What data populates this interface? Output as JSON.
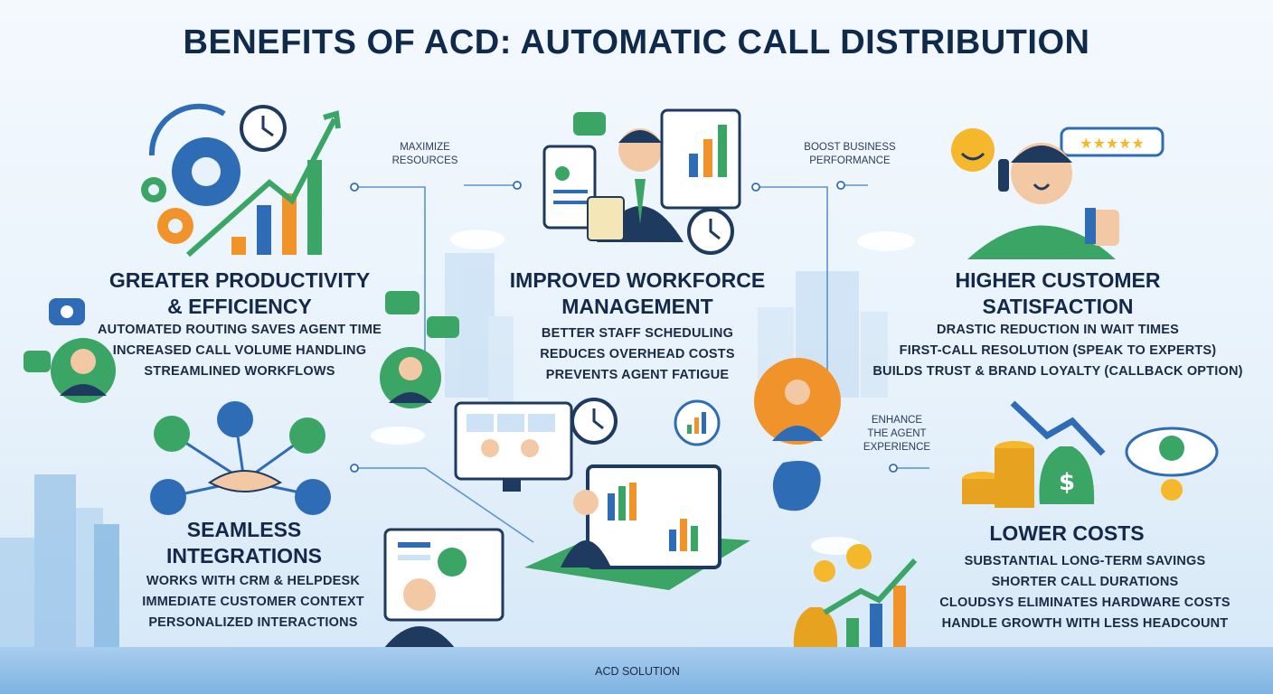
{
  "title": "BENEFITS OF ACD: AUTOMATIC CALL DISTRIBUTION",
  "callouts": {
    "maximize": [
      "MAXIMIZE",
      "RESOURCES"
    ],
    "boost": [
      "BOOST BUSINESS",
      "PERFORMANCE"
    ],
    "enhance": [
      "ENHANCE",
      "THE AGENT",
      "EXPERIENCE"
    ]
  },
  "sections": {
    "productivity": {
      "title": [
        "GREATER PRODUCTIVITY",
        "& EFFICIENCY"
      ],
      "items": [
        "AUTOMATED ROUTING SAVES AGENT TIME",
        "INCREASED CALL VOLUME HANDLING",
        "STREAMLINED WORKFLOWS"
      ]
    },
    "workforce": {
      "title": [
        "IMPROVED WORKFORCE",
        "MANAGEMENT"
      ],
      "items": [
        "BETTER STAFF SCHEDULING",
        "REDUCES OVERHEAD COSTS",
        "PREVENTS AGENT FATIGUE"
      ]
    },
    "satisfaction": {
      "title": [
        "HIGHER CUSTOMER",
        "SATISFACTION"
      ],
      "items": [
        "DRASTIC REDUCTION IN WAIT TIMES",
        "FIRST-CALL RESOLUTION (SPEAK TO EXPERTS)",
        "BUILDS TRUST & BRAND LOYALTY (CALLBACK OPTION)"
      ]
    },
    "integrations": {
      "title": [
        "SEAMLESS",
        "INTEGRATIONS"
      ],
      "items": [
        "WORKS WITH CRM & HELPDESK",
        "IMMEDIATE CUSTOMER CONTEXT",
        "PERSONALIZED INTERACTIONS"
      ]
    },
    "costs": {
      "title": [
        "LOWER COSTS"
      ],
      "items": [
        "SUBSTANTIAL LONG-TERM SAVINGS",
        "SHORTER CALL DURATIONS",
        "CLOUDSYS ELIMINATES HARDWARE COSTS",
        "HANDLE GROWTH WITH LESS HEADCOUNT"
      ]
    }
  },
  "center_label": "ACD SOLUTION",
  "colors": {
    "navy": "#13284a",
    "green": "#3aa564",
    "blue": "#2f7fd1",
    "orange": "#f0932b",
    "gold": "#f5b72c"
  },
  "icons": [
    "gear-icon",
    "clock-icon",
    "bar-chart-icon",
    "headset-agent-icon",
    "chat-bubble-icon",
    "phone-icon",
    "clipboard-icon",
    "manager-icon",
    "smiley-icon",
    "star-rating-icon",
    "thumbs-up-icon",
    "handshake-icon",
    "cloud-icon",
    "database-icon",
    "monitor-icon",
    "video-call-icon",
    "laptop-dashboard-icon",
    "coin-stack-icon",
    "money-bag-icon",
    "cloud-dollar-icon",
    "down-trend-arrow-icon",
    "up-trend-arrow-icon",
    "city-skyline-icon"
  ]
}
